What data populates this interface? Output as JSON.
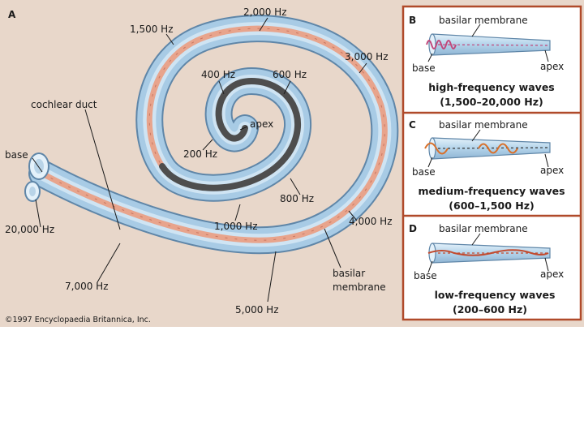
{
  "panels": {
    "a": {
      "letter": "A",
      "freq_labels": {
        "f2000": "2,000 Hz",
        "f1500": "1,500 Hz",
        "f3000": "3,000 Hz",
        "f400": "400 Hz",
        "f600": "600 Hz",
        "f200": "200 Hz",
        "f800": "800 Hz",
        "f1000": "1,000 Hz",
        "f4000": "4,000 Hz",
        "f20000": "20,000 Hz",
        "f7000": "7,000 Hz",
        "f5000": "5,000 Hz"
      },
      "cochlear_duct": "cochlear duct",
      "base": "base",
      "apex": "apex",
      "basilar_1": "basilar",
      "basilar_2": "membrane",
      "copyright": "©1997 Encyclopaedia Britannica, Inc."
    },
    "b": {
      "letter": "B",
      "membrane": "basilar membrane",
      "base": "base",
      "apex": "apex",
      "caption_1": "high-frequency waves",
      "caption_2": "(1,500–20,000 Hz)"
    },
    "c": {
      "letter": "C",
      "membrane": "basilar membrane",
      "base": "base",
      "apex": "apex",
      "caption_1": "medium-frequency waves",
      "caption_2": "(600–1,500 Hz)"
    },
    "d": {
      "letter": "D",
      "membrane": "basilar membrane",
      "base": "base",
      "apex": "apex",
      "caption_1": "low-frequency waves",
      "caption_2": "(200–600 Hz)"
    }
  },
  "colors": {
    "background": "#e8d7ca",
    "tube": "#9fc3e0",
    "tube_light": "#d2e6f4",
    "tube_edge": "#5f86a8",
    "membrane": "#e8a48c",
    "apex_dark": "#555555",
    "wave_high": "#c2467a",
    "wave_mid": "#d9702a",
    "wave_low": "#c24a2e",
    "divider": "#b04a2a"
  }
}
